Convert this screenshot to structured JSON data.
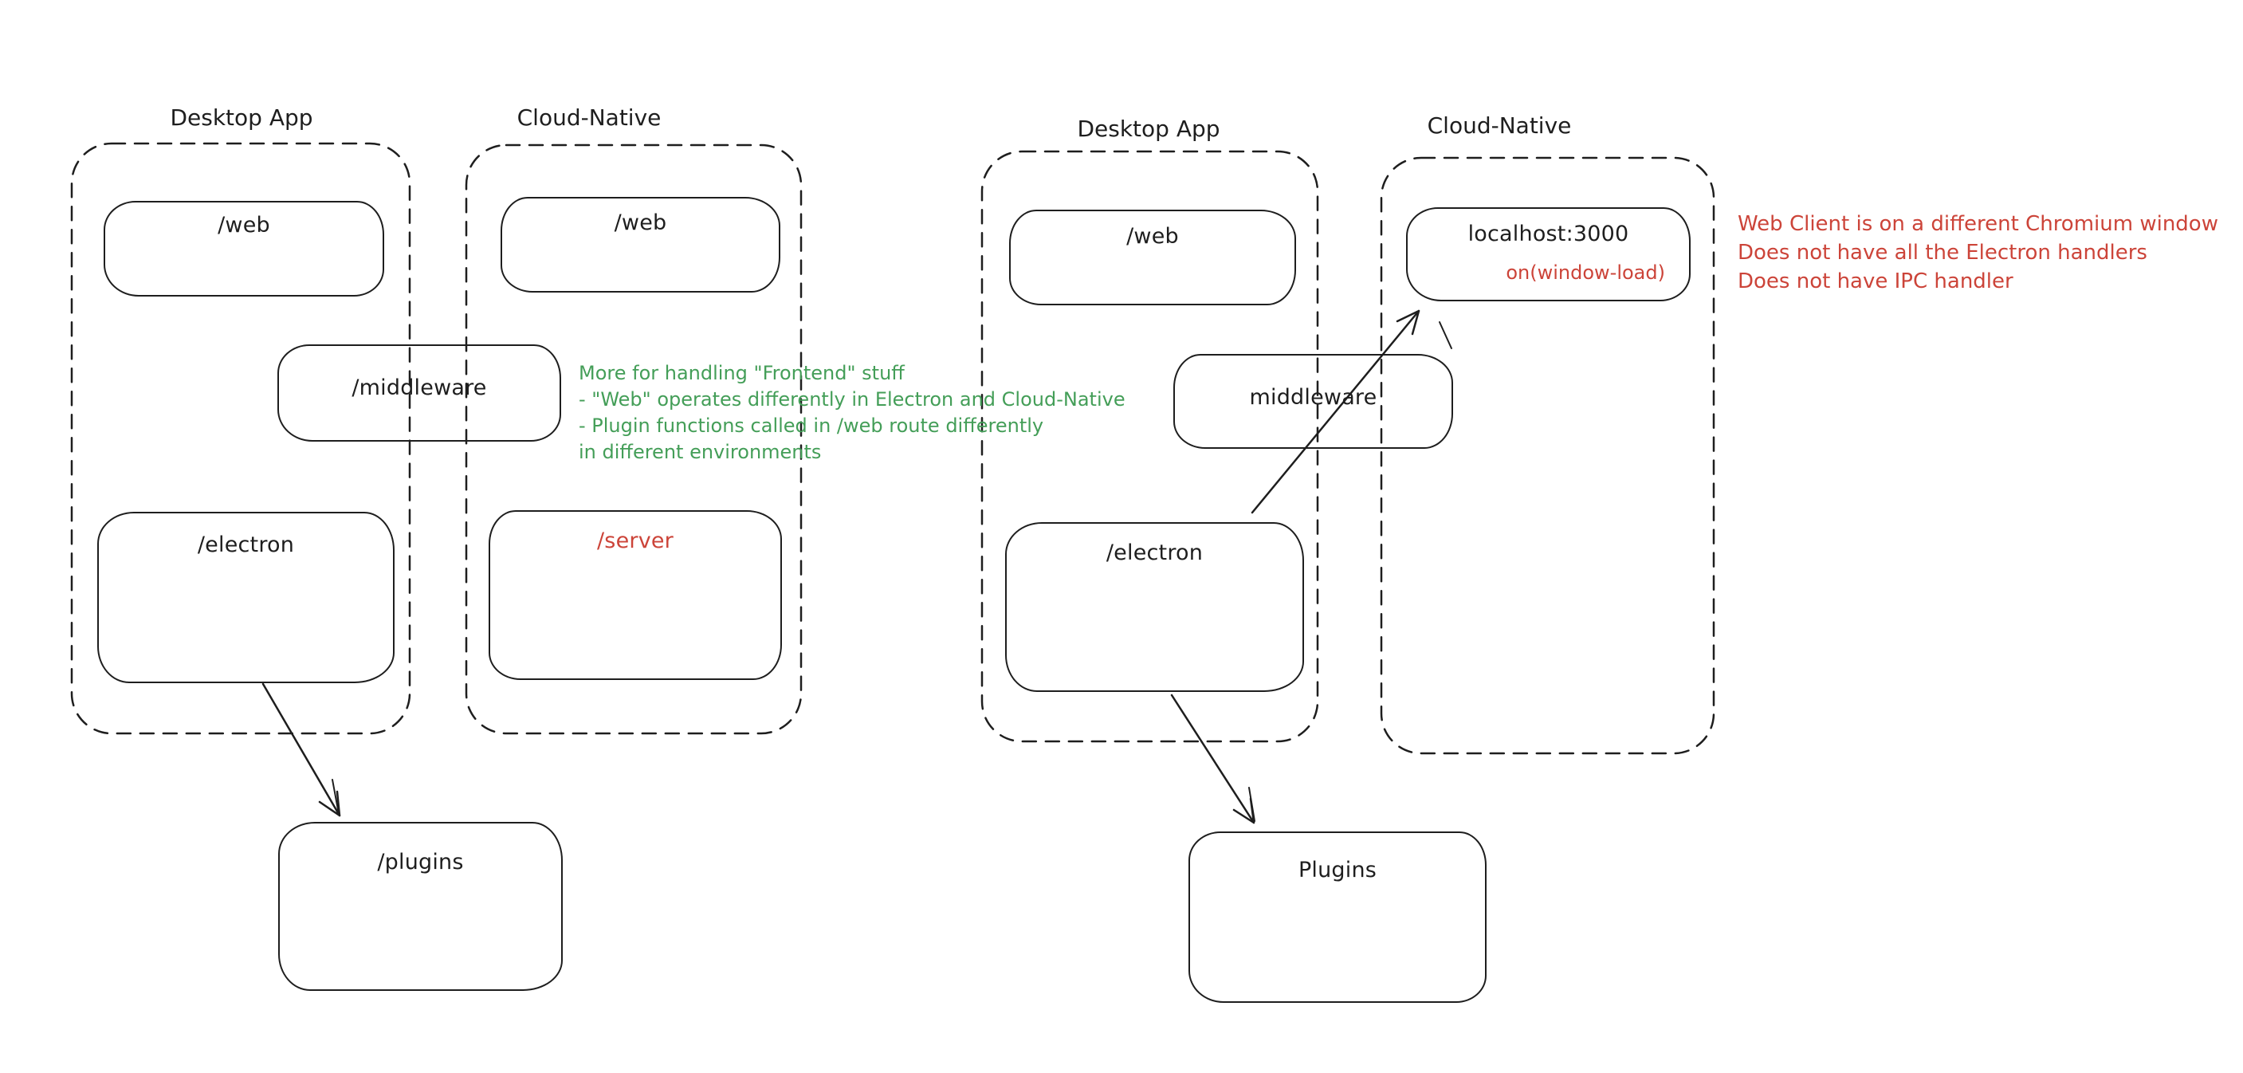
{
  "colors": {
    "ink": "#1e1e1e",
    "green": "#449e58",
    "red": "#cc4439",
    "canvas_bg": "#ffffff"
  },
  "left": {
    "desktop_label": "Desktop App",
    "cloud_label": "Cloud-Native",
    "web_desktop": "/web",
    "web_cloud": "/web",
    "middleware": "/middleware",
    "electron": "/electron",
    "server": "/server",
    "plugins": "/plugins",
    "note_lines": [
      "More for handling \"Frontend\" stuff",
      "- \"Web\" operates differently in Electron and Cloud-Native",
      "- Plugin functions called in /web route differently",
      "in different environments"
    ]
  },
  "right": {
    "desktop_label": "Desktop App",
    "cloud_label": "Cloud-Native",
    "web": "/web",
    "localhost": "localhost:3000",
    "localhost_event": "on(window-load)",
    "middleware": "middleware",
    "electron": "/electron",
    "plugins": "Plugins",
    "note_lines": [
      "Web Client is on a different Chromium window",
      "Does not have all the Electron handlers",
      "Does not have IPC handler"
    ]
  }
}
